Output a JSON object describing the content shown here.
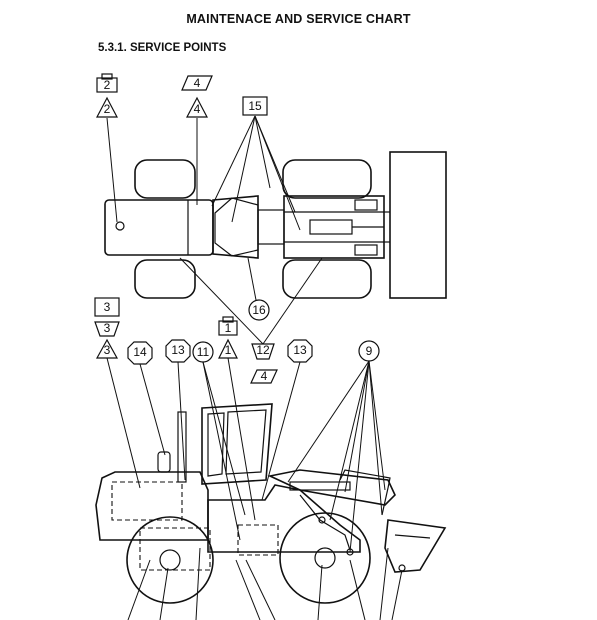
{
  "header": {
    "title": "MAINTENACE AND SERVICE CHART",
    "section": "5.3.1. SERVICE POINTS"
  },
  "symbols": {
    "sym_2_square": "2",
    "sym_2_triangle": "2",
    "sym_4_parallelogram": "4",
    "sym_4_triangle": "4",
    "sym_15_square": "15",
    "sym_16_circle": "16",
    "sym_3_square": "3",
    "sym_3_trapezoid": "3",
    "sym_3_triangle": "3",
    "sym_14_octagon": "14",
    "sym_13_octagon_a": "13",
    "sym_11_circle": "11",
    "sym_1_square": "1",
    "sym_1_triangle": "1",
    "sym_12_trapezoid": "12",
    "sym_4_parallelogram_b": "4",
    "sym_13_octagon_b": "13",
    "sym_9_circle": "9"
  }
}
